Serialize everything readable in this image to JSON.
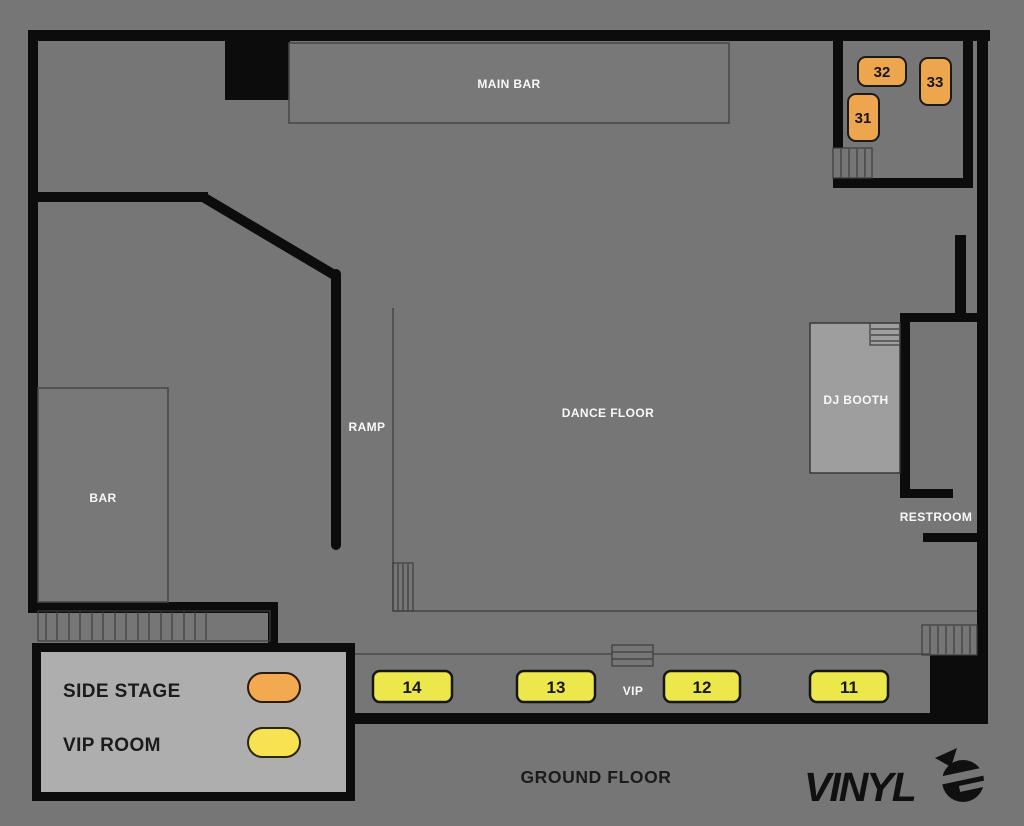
{
  "footer": {
    "title": "GROUND FLOOR"
  },
  "brand": {
    "name": "VINYL",
    "logo_icon": "vinyl-record-icon"
  },
  "rooms": {
    "main_bar": "MAIN BAR",
    "bar": "BAR",
    "dance_floor": "DANCE FLOOR",
    "ramp": "RAMP",
    "dj_booth": "DJ BOOTH",
    "restroom": "RESTROOM",
    "vip_area": "VIP"
  },
  "tables": {
    "side_stage": [
      {
        "number": "31"
      },
      {
        "number": "32"
      },
      {
        "number": "33"
      }
    ],
    "vip": [
      {
        "number": "14"
      },
      {
        "number": "13"
      },
      {
        "number": "12"
      },
      {
        "number": "11"
      }
    ]
  },
  "legend": {
    "items": [
      {
        "label": "SIDE STAGE",
        "color": "#f3a94f"
      },
      {
        "label": "VIP ROOM",
        "color": "#f7e351"
      }
    ]
  },
  "colors": {
    "side_stage_table": "#eda64d",
    "vip_table": "#ece84c",
    "wall": "#0c0c0c",
    "floor": "#767676"
  }
}
